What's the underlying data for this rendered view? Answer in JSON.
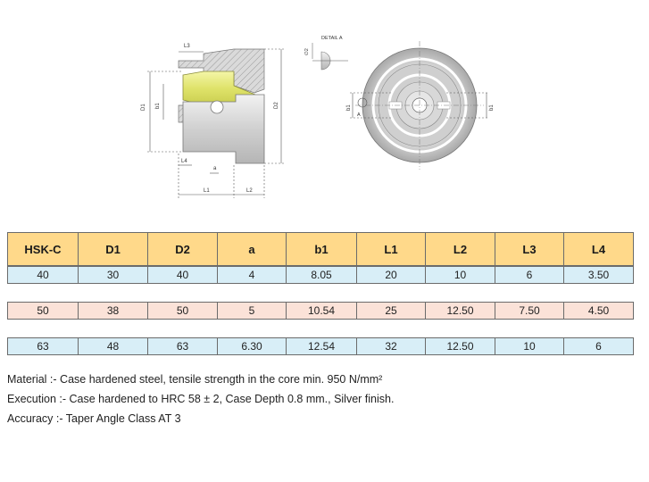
{
  "drawing": {
    "detail_label": "DETAIL A",
    "dim_labels": {
      "l3": "L3",
      "d1": "D1",
      "b1_left": "b1",
      "d2": "D2",
      "l4": "L4",
      "a": "a",
      "l1": "L1",
      "l2": "L2",
      "phi2": "∅2",
      "b1_front": "b1",
      "b1_right": "b1",
      "detail_ref": "A"
    },
    "colors": {
      "part_yellow": "#e9ec86",
      "part_grey": "#d4d4d4",
      "hatch": "#b8b8b8",
      "dim_line": "#555555"
    }
  },
  "table": {
    "headers": [
      "HSK-C",
      "D1",
      "D2",
      "a",
      "b1",
      "L1",
      "L2",
      "L3",
      "L4"
    ],
    "rows": [
      [
        "40",
        "30",
        "40",
        "4",
        "8.05",
        "20",
        "10",
        "6",
        "3.50"
      ],
      [
        "50",
        "38",
        "50",
        "5",
        "10.54",
        "25",
        "12.50",
        "7.50",
        "4.50"
      ],
      [
        "63",
        "48",
        "63",
        "6.30",
        "12.54",
        "32",
        "12.50",
        "10",
        "6"
      ]
    ],
    "colors": {
      "header_bg": "#ffd98a",
      "row_blue": "#d8eef7",
      "row_pink": "#fbe2d8"
    }
  },
  "notes": {
    "material": "Material   :- Case hardened steel, tensile strength in the core min. 950 N/mm²",
    "execution": "Execution :- Case hardened to HRC 58 ± 2, Case Depth 0.8 mm., Silver finish.",
    "accuracy": "Accuracy  :- Taper Angle Class AT 3"
  }
}
